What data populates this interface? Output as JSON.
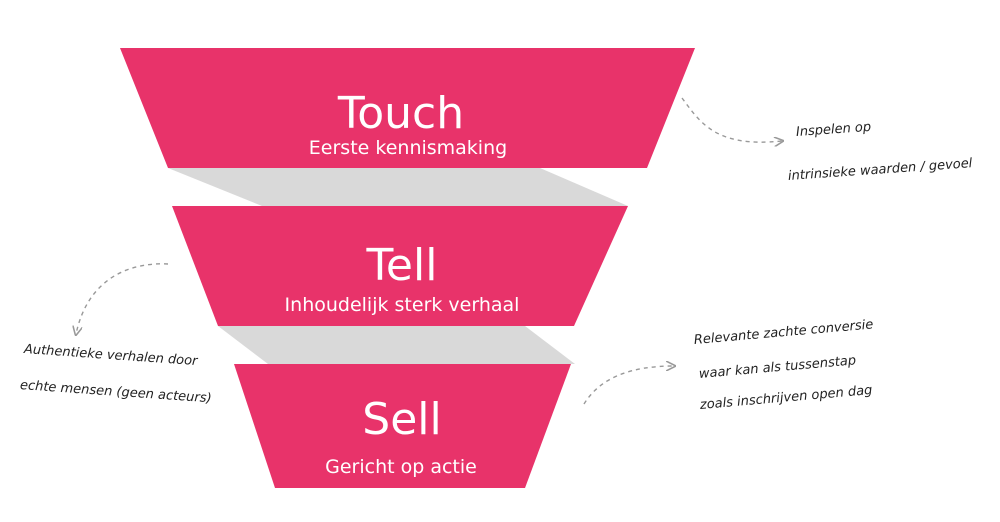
{
  "colors": {
    "funnel": "#e8336a",
    "connector": "#d9d9d9",
    "arrow": "#999999",
    "text": "#ffffff",
    "note": "#222222"
  },
  "funnel": {
    "stages": [
      {
        "title": "Touch",
        "subtitle": "Eerste kennismaking"
      },
      {
        "title": "Tell",
        "subtitle": "Inhoudelijk sterk verhaal"
      },
      {
        "title": "Sell",
        "subtitle": "Gericht op actie"
      }
    ]
  },
  "notes": {
    "touch": {
      "line1": "Inspelen op",
      "line2": "intrinsieke waarden / gevoel"
    },
    "tell": {
      "line1": "Authentieke verhalen door",
      "line2": "echte mensen (geen acteurs)"
    },
    "sell": {
      "line1": "Relevante zachte conversie",
      "line2": "waar kan als tussenstap",
      "line3": "zoals inschrijven open dag"
    }
  }
}
